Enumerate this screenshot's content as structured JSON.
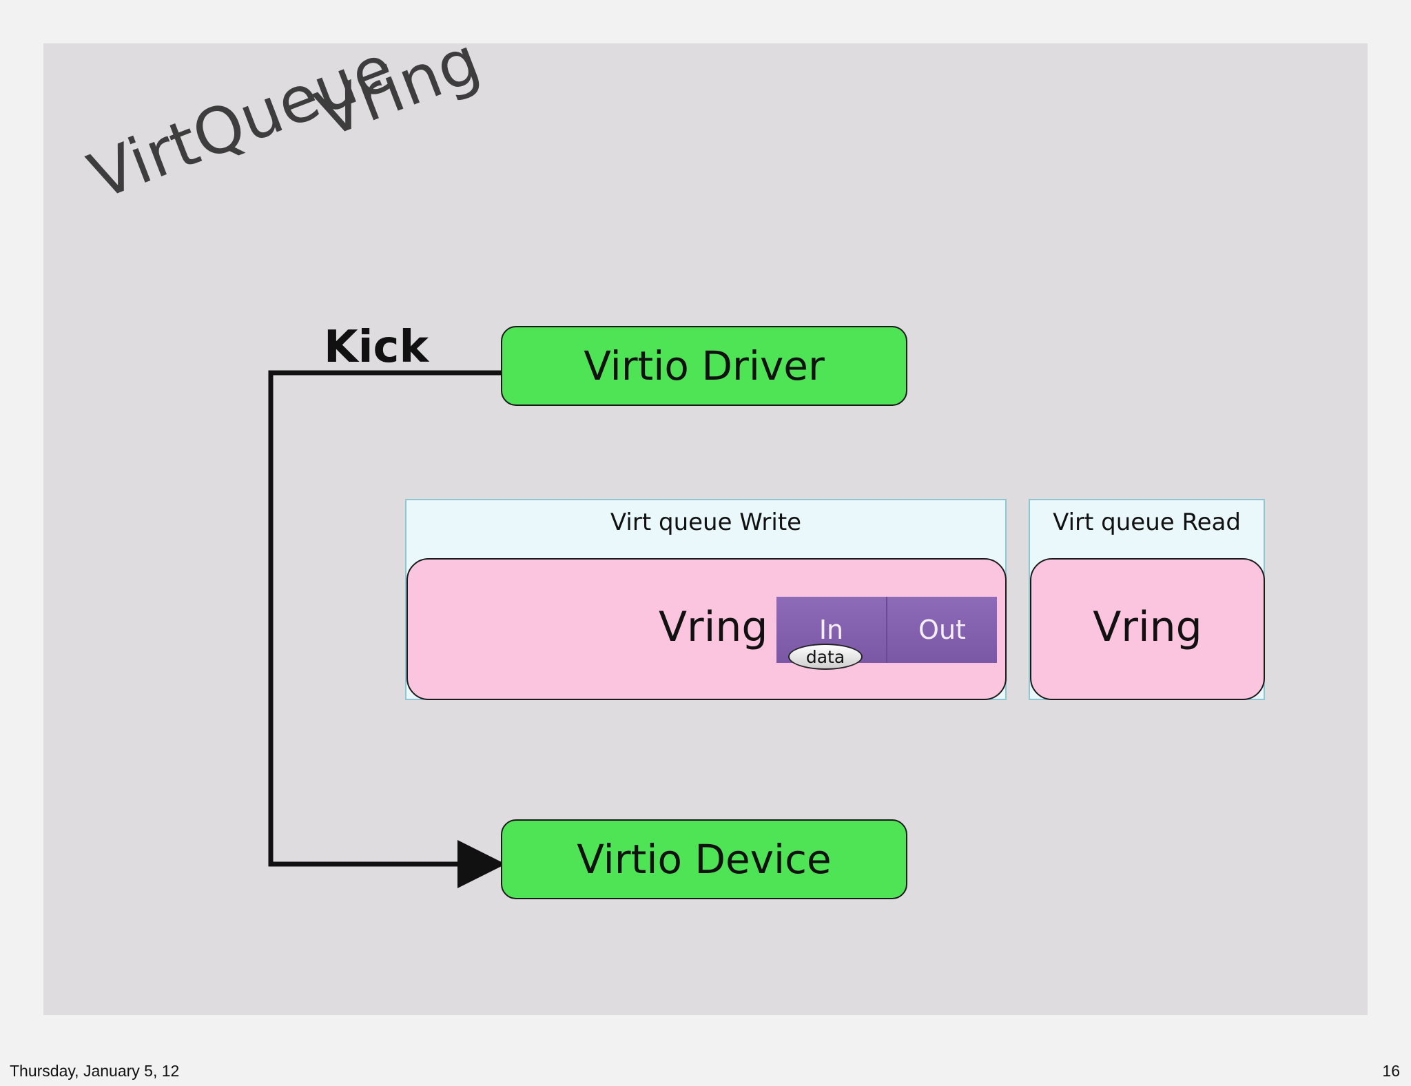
{
  "slide": {
    "title_line1": "VirtQueue",
    "title_line2": "Vring",
    "kick_label": "Kick",
    "driver_label": "Virtio Driver",
    "device_label": "Virtio Device",
    "write_queue": {
      "title": "Virt queue Write",
      "vring_label": "Vring",
      "slot_in": "In",
      "slot_out": "Out",
      "data_label": "data"
    },
    "read_queue": {
      "title": "Virt queue Read",
      "vring_label": "Vring"
    }
  },
  "footer": {
    "date": "Thursday, January 5, 12",
    "page_number": "16"
  },
  "colors": {
    "slide_background": "#dedcdf",
    "component_green": "#4fe356",
    "queue_panel": "#eaf8fc",
    "vring_pink": "#fbc4df",
    "slot_purple": "#8e6bb8"
  }
}
